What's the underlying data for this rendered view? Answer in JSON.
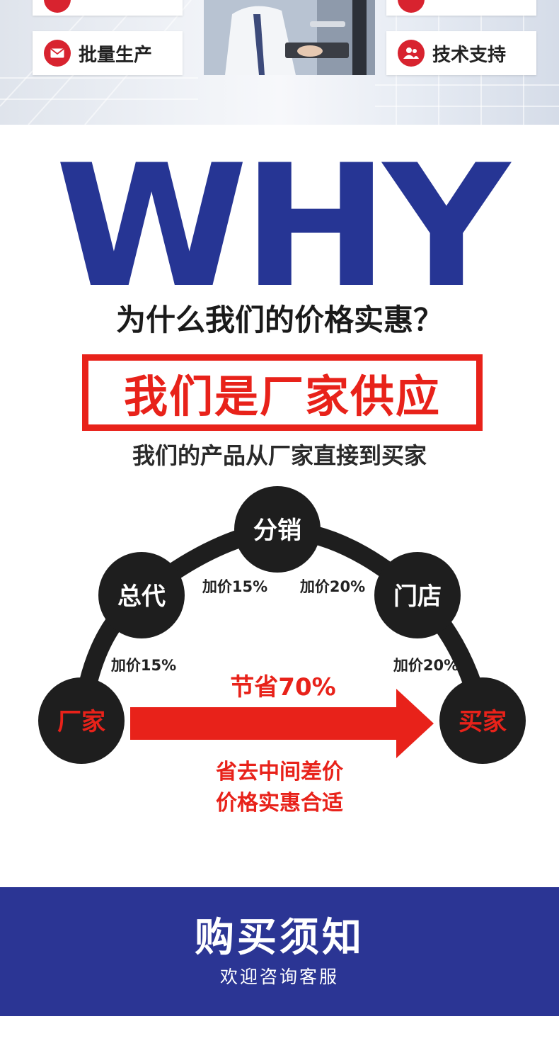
{
  "top": {
    "cards": [
      {
        "label": "批量生产",
        "icon": "mail-icon"
      },
      {
        "label": "技术支持",
        "icon": "user-group-icon"
      }
    ]
  },
  "hero": {
    "why": "WHY",
    "question": "为什么我们的价格实惠？",
    "headline": "我们是厂家供应",
    "subline": "我们的产品从厂家直接到买家"
  },
  "flow": {
    "nodes": [
      "厂家",
      "总代",
      "分销",
      "门店",
      "买家"
    ],
    "markups": [
      "加价15%",
      "加价15%",
      "加价20%",
      "加价20%"
    ],
    "saving": "节省70%",
    "note_line1": "省去中间差价",
    "note_line2": "价格实惠合适"
  },
  "footer": {
    "title": "购买须知",
    "subtitle": "欢迎咨询客服"
  },
  "colors": {
    "brand_blue": "#263594",
    "footer_blue": "#2b3594",
    "accent_red": "#e8221a",
    "node_dark": "#1e1e1e"
  }
}
